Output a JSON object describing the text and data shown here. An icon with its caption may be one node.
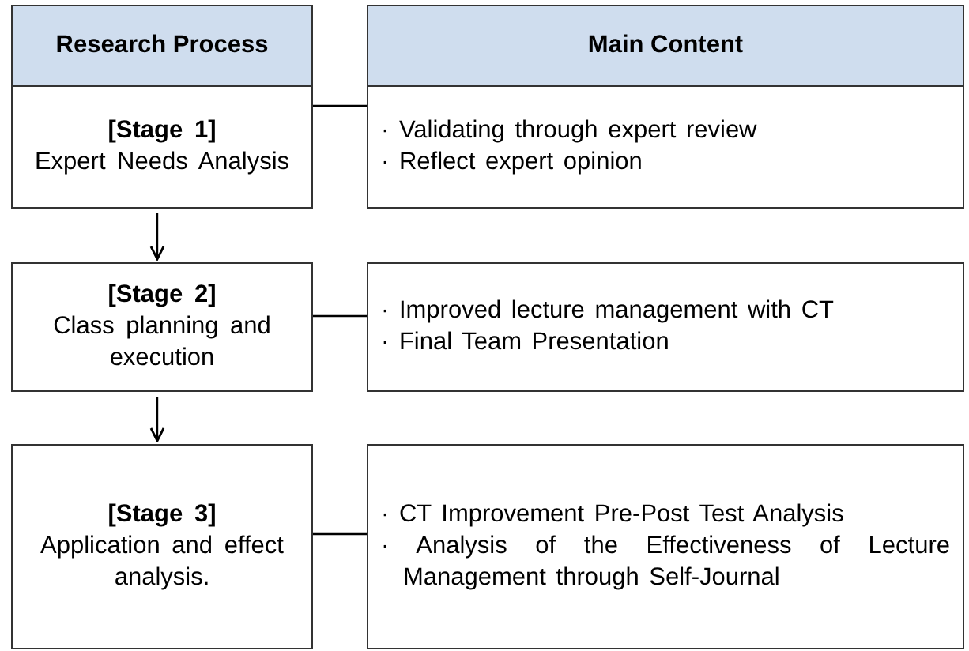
{
  "diagram": {
    "nodes": [
      {
        "text": [
          "Research Process"
        ]
      },
      {
        "text": [
          "Main Content"
        ]
      },
      {
        "text": [
          "[Stage 1]",
          "Expert Needs Analysis"
        ]
      },
      {
        "text": [
          "· Validating through expert review",
          "· Reflect expert opinion"
        ]
      },
      {
        "text": [
          "[Stage 2]",
          "Class planning and execution"
        ]
      },
      {
        "text": [
          "· Improved lecture management with CT",
          "· Final Team Presentation"
        ]
      },
      {
        "text": [
          "[Stage 3]",
          "Application and effect analysis."
        ]
      },
      {
        "text": [
          "· CT Improvement Pre-Post Test Analysis",
          "· Analysis of the Effectiveness of Lecture Management through Self-Journal"
        ]
      }
    ],
    "edges": [
      {
        "from": 2,
        "to": 4,
        "arrow": "to"
      },
      {
        "from": 4,
        "to": 6,
        "arrow": "to"
      },
      {
        "from": 2,
        "to": 3,
        "arrow": "none"
      },
      {
        "from": 4,
        "to": 5,
        "arrow": "none"
      },
      {
        "from": 6,
        "to": 7,
        "arrow": "none"
      }
    ]
  }
}
